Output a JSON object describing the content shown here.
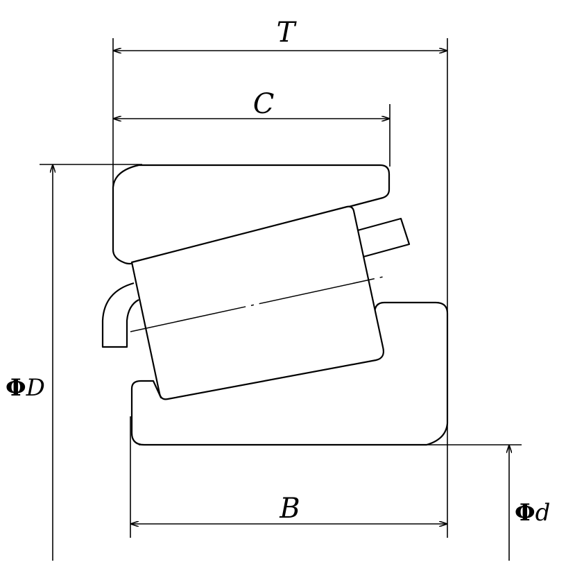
{
  "labels": {
    "overall_width": "T",
    "cup_width": "C",
    "cone_width": "B",
    "outer_diameter_symbol": "Φ",
    "outer_diameter_letter": "D",
    "bore_diameter_symbol": "Φ",
    "bore_diameter_letter": "d"
  },
  "colors": {
    "line": "#000000",
    "background": "#ffffff"
  }
}
